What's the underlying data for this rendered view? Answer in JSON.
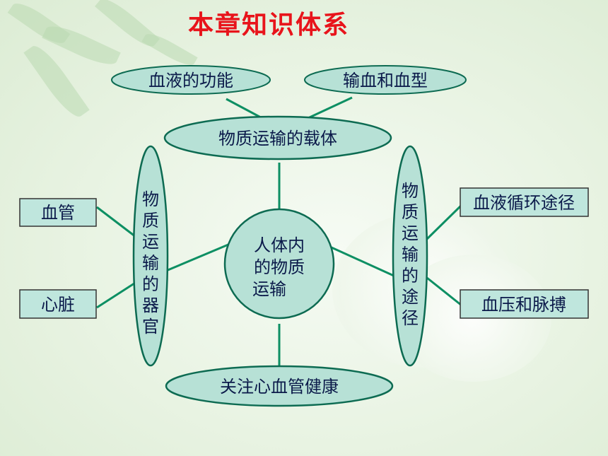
{
  "title": "本章知识体系",
  "center": {
    "lines": [
      "人体内",
      "的物质",
      "运输"
    ]
  },
  "top_nodes": {
    "left": "血液的功能",
    "right": "输血和血型"
  },
  "carrier": "物质运输的载体",
  "organs": {
    "label": "物质运输的器官",
    "chars": [
      "物",
      "质",
      "运",
      "输",
      "的",
      "器",
      "官"
    ]
  },
  "organ_items": [
    "血管",
    "心脏"
  ],
  "pathways": {
    "label": "物质运输的途径",
    "chars": [
      "物",
      "质",
      "运",
      "输",
      "的",
      "途",
      "径"
    ]
  },
  "pathway_items": [
    "血液循环途径",
    "血压和脉搏"
  ],
  "health": "关注心血管健康",
  "colors": {
    "node_fill": "#b7e1d6",
    "stroke": "#0d6b52",
    "line": "#0d8f63",
    "title": "#e8141b",
    "box_fill": "#bfe6dd"
  }
}
